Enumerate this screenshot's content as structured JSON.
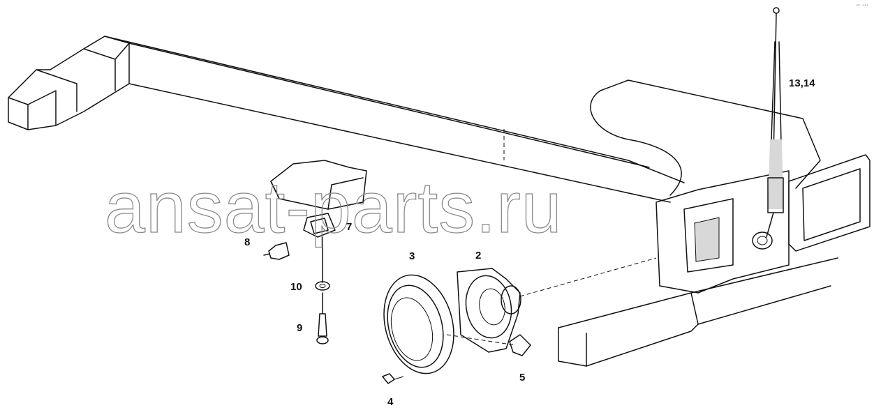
{
  "watermark": "ansat-parts.ru",
  "corner_code": "ᵒᴰ ᵒᵒᵒ",
  "callouts": {
    "c2": "2",
    "c3": "3",
    "c4": "4",
    "c5": "5",
    "c7": "7",
    "c8": "8",
    "c9": "9",
    "c10": "10",
    "c13_14": "13,14"
  }
}
